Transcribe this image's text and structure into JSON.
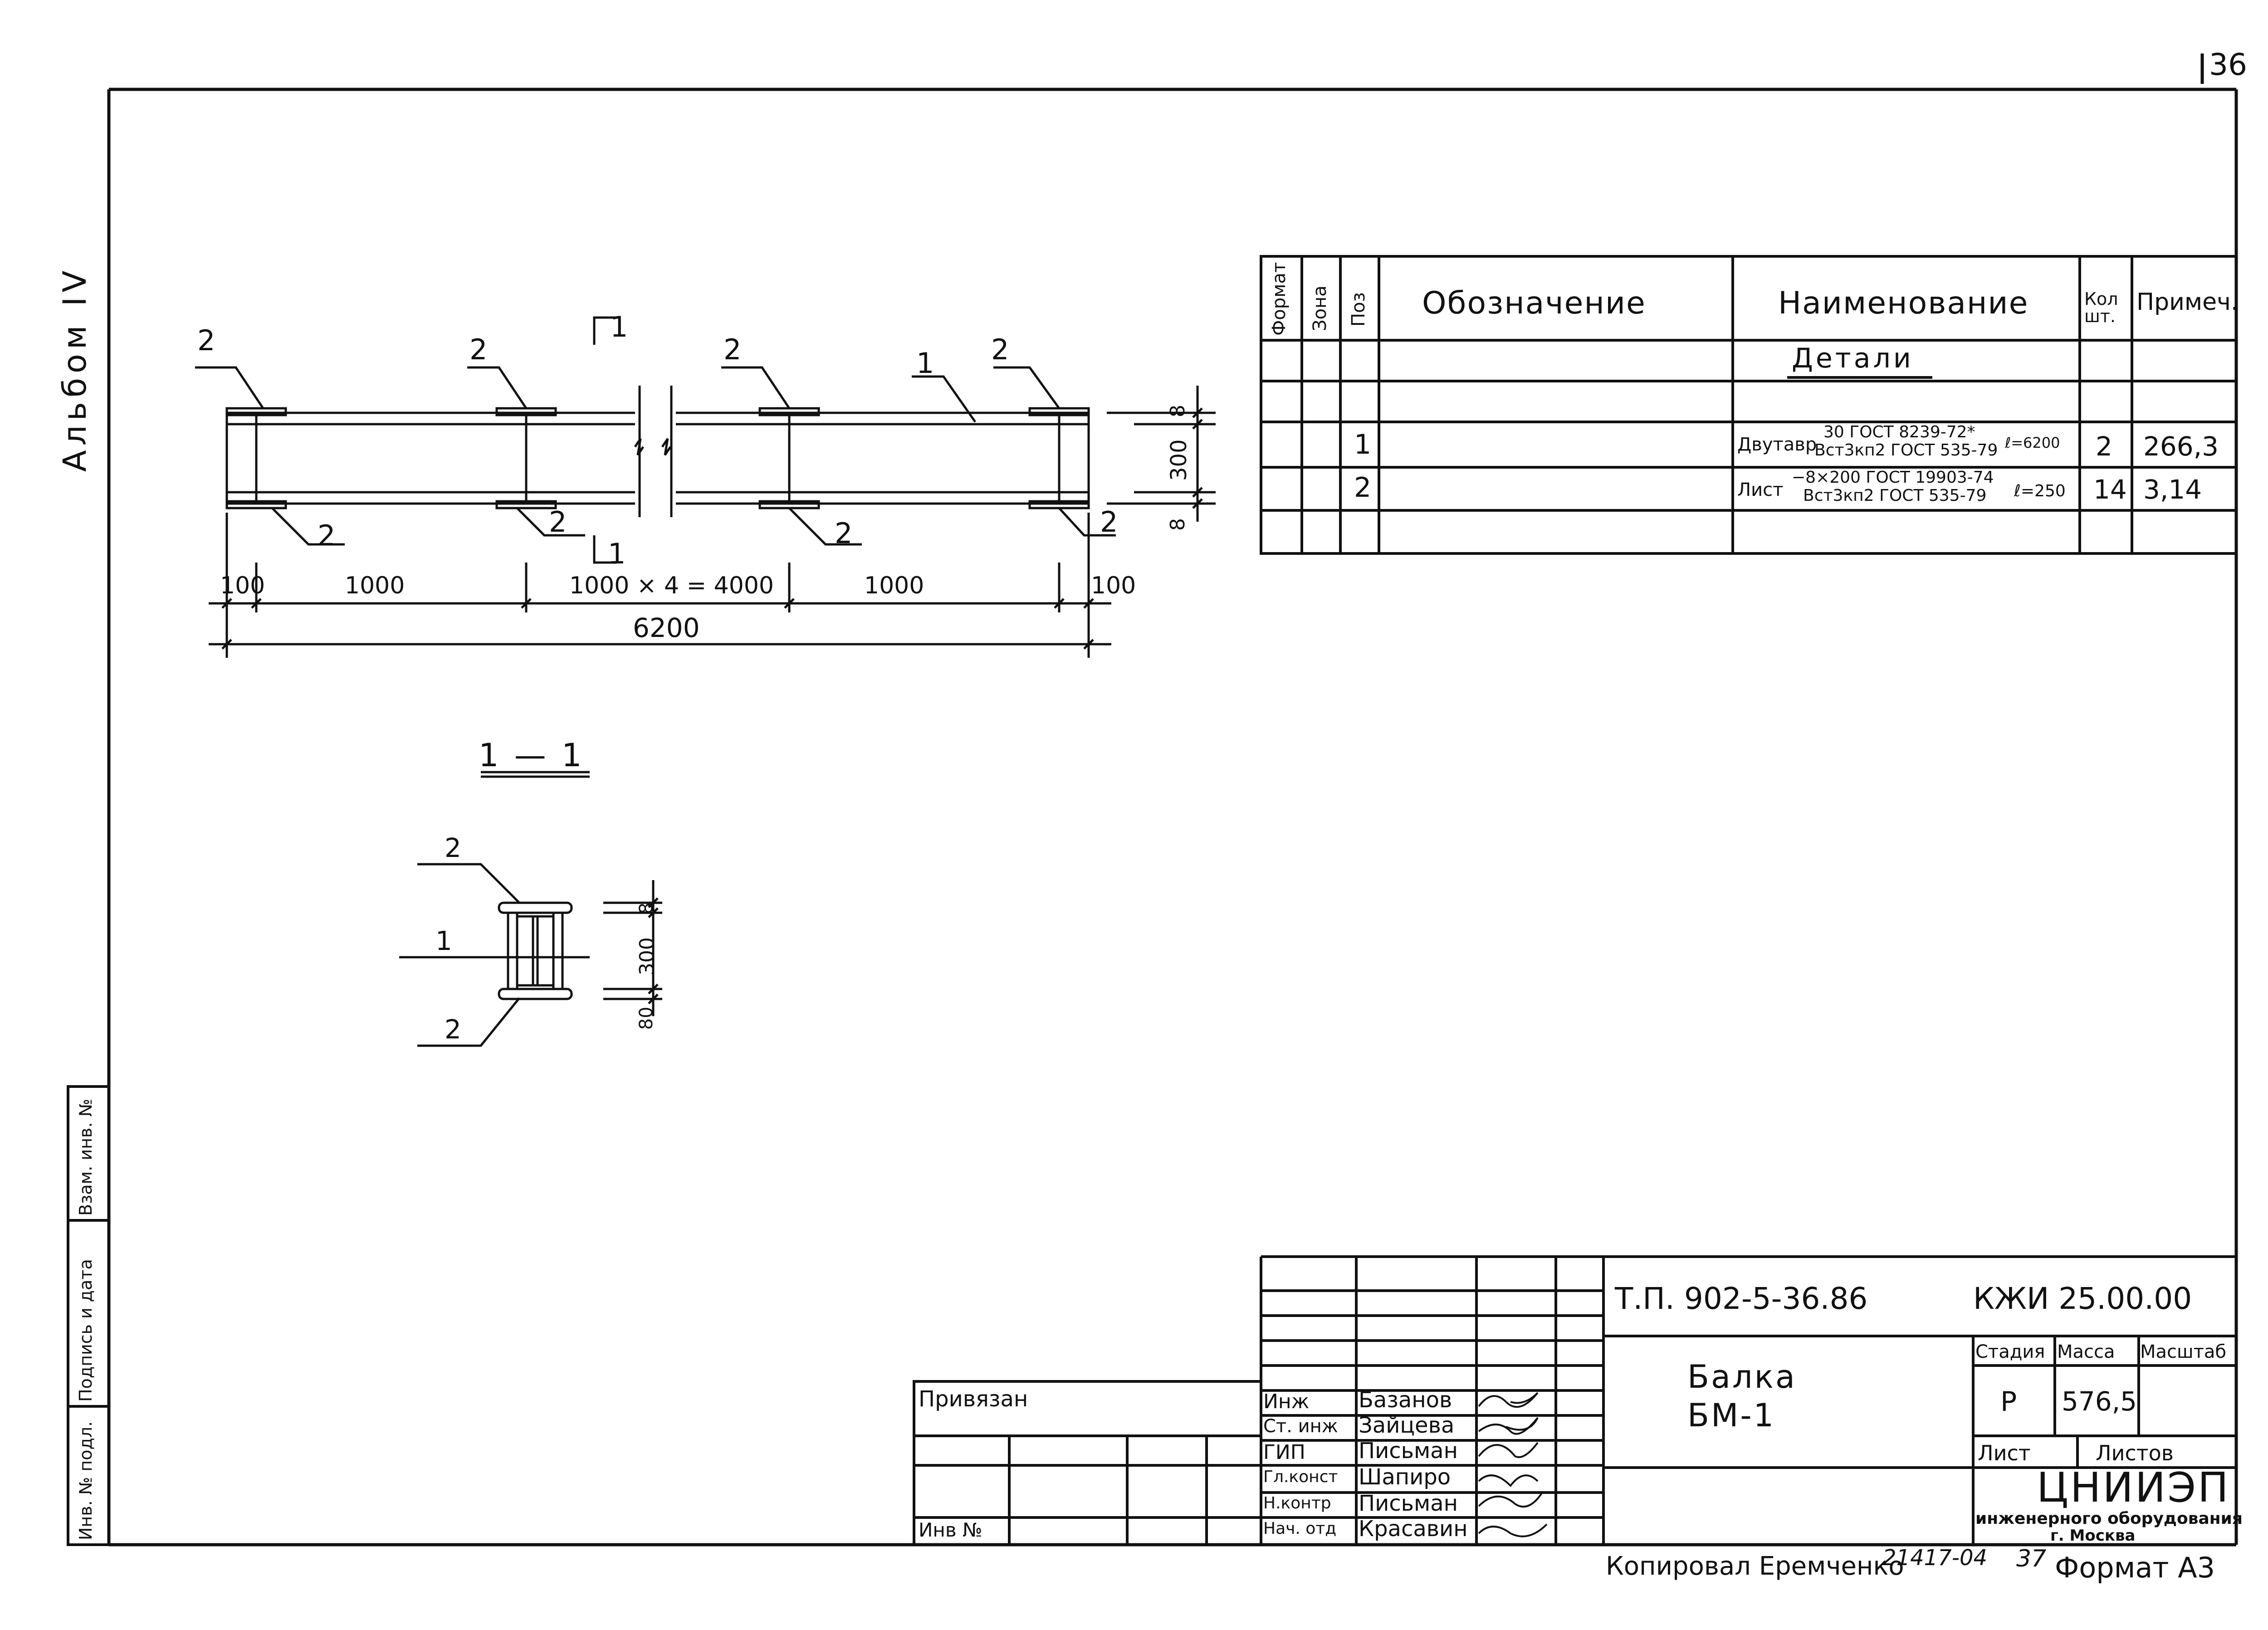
{
  "sheet_number": "36",
  "album_label": "Альбом IV",
  "side_stamp": {
    "col1": "Инв. № подл.",
    "col2": "Подпись и дата",
    "col3": "Взам. инв. №"
  },
  "beam_drawing": {
    "marks": {
      "pos1": "1",
      "pos2": "2",
      "section_mark": "1"
    },
    "dimensions": {
      "d100_left": "100",
      "d1000_a": "1000",
      "d_middle": "1000 × 4 = 4000",
      "d1000_b": "1000",
      "d100_right": "100",
      "total": "6200",
      "h8_top": "8",
      "h300": "300",
      "h8_bottom": "8"
    }
  },
  "section": {
    "title": "1 — 1",
    "mark_top": "2",
    "mark_left": "1",
    "mark_bottom": "2",
    "dim_8": "8",
    "dim_300": "300",
    "dim_80": "80"
  },
  "spec_table": {
    "headers": {
      "format": "Формат",
      "zone": "Зона",
      "pos": "Поз",
      "designation": "Обозначение",
      "name": "Наименование",
      "qty": "Кол шт.",
      "note": "Примеч."
    },
    "section_title": "Детали",
    "rows": [
      {
        "pos": "1",
        "name_main": "Двутавр",
        "name_top": "30 ГОСТ 8239-72*",
        "name_bottom": "Вст3кп2 ГОСТ 535-79",
        "length": "ℓ=6200",
        "qty": "2",
        "note": "266,3"
      },
      {
        "pos": "2",
        "name_main": "Лист",
        "name_top": "−8×200 ГОСТ 19903-74",
        "name_bottom": "Вст3кп2 ГОСТ 535-79",
        "length": "ℓ=250",
        "qty": "14",
        "note": "3,14"
      }
    ]
  },
  "title_block": {
    "project_code": "Т.П. 902-5-36.86",
    "doc_code": "КЖИ 25.00.00",
    "title_line1": "Балка",
    "title_line2": "БМ-1",
    "stage_label": "Стадия",
    "mass_label": "Масса",
    "scale_label": "Масштаб",
    "stage_value": "Р",
    "mass_value": "576,5",
    "sheet_label": "Лист",
    "sheets_label": "Листов",
    "org_name": "ЦНИИЭП",
    "org_sub1": "инженерного оборудования",
    "org_sub2": "г. Москва",
    "privyazan": "Привязан",
    "inv_no": "Инв №",
    "staff": [
      {
        "role": "Инж",
        "name": "Базанов"
      },
      {
        "role": "Ст. инж",
        "name": "Зайцева"
      },
      {
        "role": "ГИП",
        "name": "Письман"
      },
      {
        "role": "Гл.конст",
        "name": "Шапиро"
      },
      {
        "role": "Н.контр",
        "name": "Письман"
      },
      {
        "role": "Нач. отд",
        "name": "Красавин"
      }
    ]
  },
  "footer": {
    "copied": "Копировал Еремченко",
    "order": "21417-04",
    "page": "37",
    "format": "Формат А3"
  }
}
